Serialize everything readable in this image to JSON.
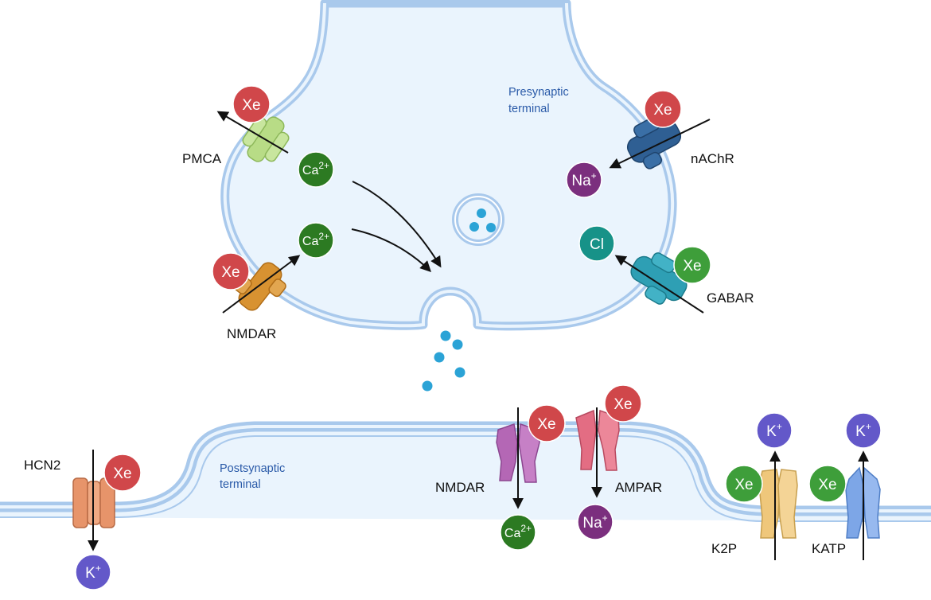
{
  "regions": {
    "presynaptic_line1": "Presynaptic",
    "presynaptic_line2": "terminal",
    "postsynaptic_line1": "Postsynaptic",
    "postsynaptic_line2": "terminal"
  },
  "channels": {
    "pmca": "PMCA",
    "nmdar_pre": "NMDAR",
    "nachr": "nAChR",
    "gabar": "GABAR",
    "hcn2": "HCN2",
    "nmdar_post": "NMDAR",
    "ampar": "AMPAR",
    "k2p": "K2P",
    "katp": "KATP"
  },
  "ions": {
    "xe": "Xe",
    "ca_base": "Ca",
    "ca_charge": "2+",
    "na_base": "Na",
    "na_charge": "+",
    "k_base": "K",
    "k_charge": "+",
    "cl": "Cl"
  },
  "colors": {
    "membrane": "#a9c9ec",
    "membrane_edge": "#8fb6e2",
    "cytoplasm": "#eaf4fd",
    "xe": "#d0474a",
    "ca": "#2c7a22",
    "na": "#7b2f7e",
    "k": "#6358c9",
    "cl": "#179288",
    "xe_green": "#3e9e3a",
    "neurotransmitter": "#2ba3d6",
    "pmca": "#b8dc86",
    "nmdar_pre": "#d89231",
    "nachr": "#2f5f93",
    "gabar": "#2e9fb4",
    "hcn2": "#e7946a",
    "nmdar_post": "#b467b5",
    "ampar": "#e36d83",
    "k2p": "#efc77b",
    "katp": "#7da6e7"
  }
}
